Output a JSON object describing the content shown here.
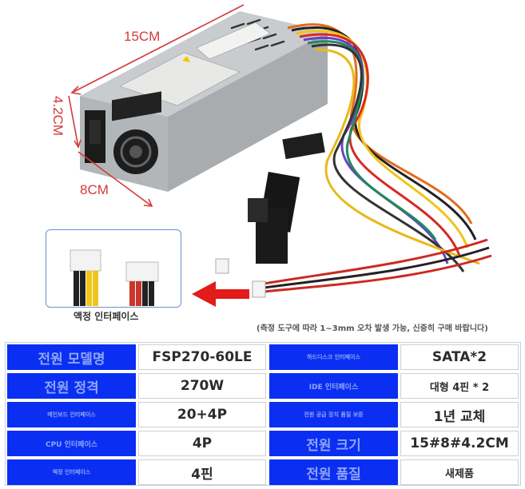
{
  "image": {
    "dimensions": {
      "width": "15CM",
      "height": "4.2CM",
      "depth": "8CM"
    },
    "inset_caption": "액정 인터페이스",
    "note": "(측정 도구에 따라 1~3mm 오차 발생 가능, 신중히 구매 바랍니다)",
    "colors": {
      "accent_red": "#d23a3a",
      "table_key_bg": "#0a2ff2",
      "table_key_text": "#8fa5f6"
    }
  },
  "spec_table": {
    "rows": [
      {
        "k1": "전원 모델명",
        "v1": "FSP270-60LE",
        "k2": "하드디스크 인터페이스",
        "v2": "SATA*2"
      },
      {
        "k1": "전원 정격",
        "v1": "270W",
        "k2": "IDE 인터페이스",
        "v2": "대형 4핀 * 2"
      },
      {
        "k1": "메인보드 인터페이스",
        "v1": "20+4P",
        "k2": "전원 공급 장치 품질 보증",
        "v2": "1년 교체"
      },
      {
        "k1": "CPU 인터페이스",
        "v1": "4P",
        "k2": "전원 크기",
        "v2": "15#8#4.2CM"
      },
      {
        "k1": "액정 인터페이스",
        "v1": "4핀",
        "k2": "전원 품질",
        "v2": "새제품"
      }
    ]
  }
}
